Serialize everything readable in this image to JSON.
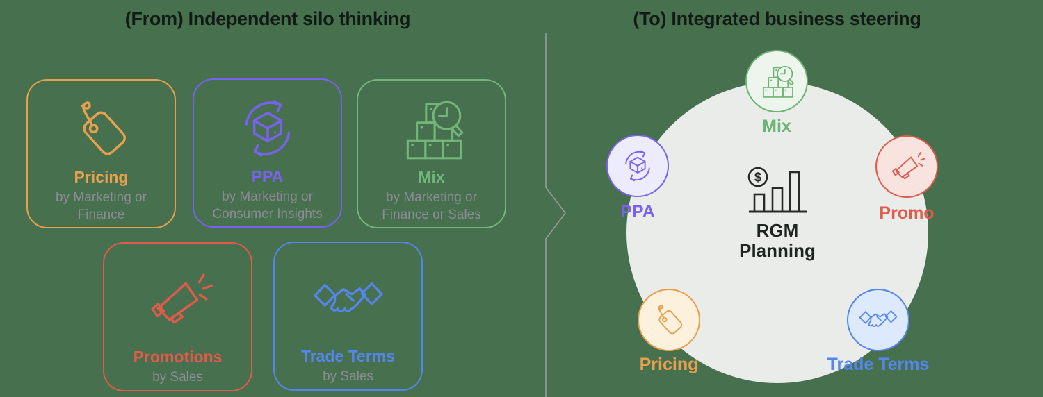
{
  "page": {
    "background": "#47704E"
  },
  "text": {
    "title_color": "#121A14",
    "subtitle_color": "#8C8C94"
  },
  "divider": {
    "color": "#9A9A9A",
    "shape": "vertical-line-with-right-chevron"
  },
  "left": {
    "title": "(From) Independent silo thinking",
    "boxes": [
      {
        "label": "Pricing",
        "subtitle": "by Marketing or Finance",
        "color": "#E8A04E",
        "icon": "price-tag-icon"
      },
      {
        "label": "PPA",
        "subtitle": "by Marketing or Consumer Insights",
        "color": "#7A62F0",
        "icon": "cycle-box-icon"
      },
      {
        "label": "Mix",
        "subtitle": "by Marketing or Finance or Sales",
        "color": "#72B67B",
        "icon": "boxes-magnifier-icon"
      },
      {
        "label": "Promotions",
        "subtitle": "by Sales",
        "color": "#DF5B4B",
        "icon": "megaphone-icon"
      },
      {
        "label": "Trade Terms",
        "subtitle": "by Sales",
        "color": "#5586EF",
        "icon": "handshake-icon"
      }
    ]
  },
  "right": {
    "title": "(To) Integrated business steering",
    "hub": {
      "line1": "RGM",
      "line2": "Planning",
      "icon": "dollar-bar-chart-icon",
      "circle_color": "#EAECEA",
      "text_color": "#1E2420"
    },
    "satellites": [
      {
        "label": "Mix",
        "color": "#6CB473",
        "fill": "#EEF5EC",
        "icon": "boxes-magnifier-icon"
      },
      {
        "label": "PPA",
        "color": "#7A62F0",
        "fill": "#EDEBFE",
        "icon": "cycle-box-icon"
      },
      {
        "label": "Promo",
        "color": "#DF5B4B",
        "fill": "#F9E3DF",
        "icon": "megaphone-icon"
      },
      {
        "label": "Pricing",
        "color": "#E8A04E",
        "fill": "#FCF1DC",
        "icon": "price-tag-icon"
      },
      {
        "label": "Trade Terms",
        "color": "#5586EF",
        "fill": "#DDE9FC",
        "icon": "handshake-icon"
      }
    ]
  }
}
